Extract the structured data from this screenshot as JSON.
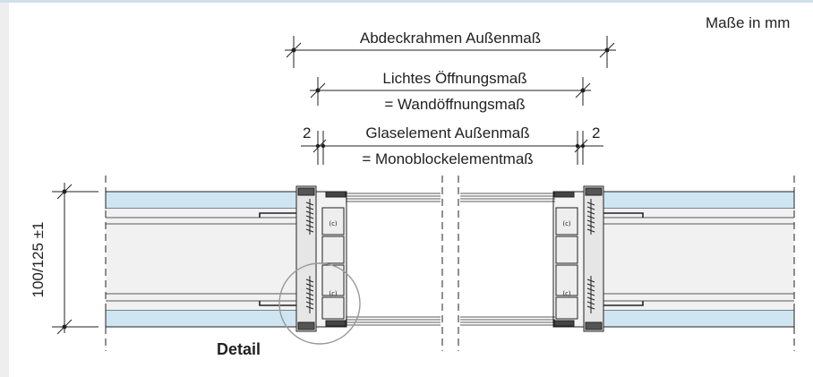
{
  "units_note": "Maße in mm",
  "dimensions": {
    "frame_outer": "Abdeckrahmen Außenmaß",
    "clear_opening_line1": "Lichtes Öffnungsmaß",
    "clear_opening_line2": "= Wandöffnungsmaß",
    "glass_outer_line1": "Glaselement Außenmaß",
    "glass_outer_line2": "= Monoblockelementmaß",
    "gap_left": "2",
    "gap_right": "2",
    "wall_thickness": "100/125 ±1"
  },
  "detail_label": "Detail",
  "colors": {
    "background": "#ffffff",
    "left_strip": "#eeeeee",
    "top_bar": "#cfe0ea",
    "glass_board": "#cfe6f2",
    "core_fill": "#f1f1f1",
    "profile_fill": "#e6e6e6",
    "line": "#222222",
    "detail_circle": "#999999"
  }
}
